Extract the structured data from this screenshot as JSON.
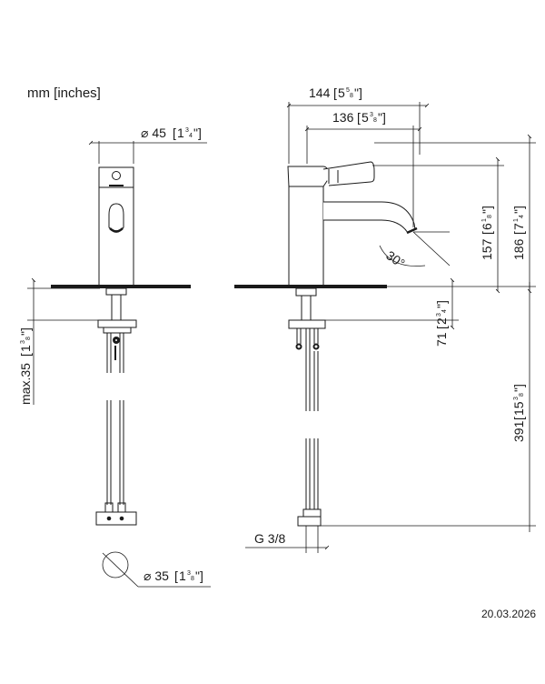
{
  "units_label": "mm [inches]",
  "date": "20.03.2026",
  "dimensions": {
    "diam_top": {
      "mm": "⌀ 45",
      "whole": "1",
      "num": "3",
      "den": "4"
    },
    "diam_bottom": {
      "mm": "⌀ 35",
      "whole": "1",
      "num": "3",
      "den": "8"
    },
    "max_thickness": {
      "mm": "max.35",
      "whole": "1",
      "num": "3",
      "den": "8"
    },
    "projection": {
      "mm": "144",
      "whole": "5",
      "num": "5",
      "den": "8"
    },
    "spout_reach": {
      "mm": "136",
      "whole": "5",
      "num": "3",
      "den": "8"
    },
    "spout_height": {
      "mm": "157",
      "whole": "6",
      "num": "1",
      "den": "8"
    },
    "total_height": {
      "mm": "186",
      "whole": "7",
      "num": "1",
      "den": "4"
    },
    "shank_length": {
      "mm": "71",
      "whole": "2",
      "num": "3",
      "den": "4"
    },
    "hose_length": {
      "mm": "391",
      "whole": "15",
      "num": "3",
      "den": "8"
    }
  },
  "angle_label": "30°",
  "thread_label": "G 3/8"
}
